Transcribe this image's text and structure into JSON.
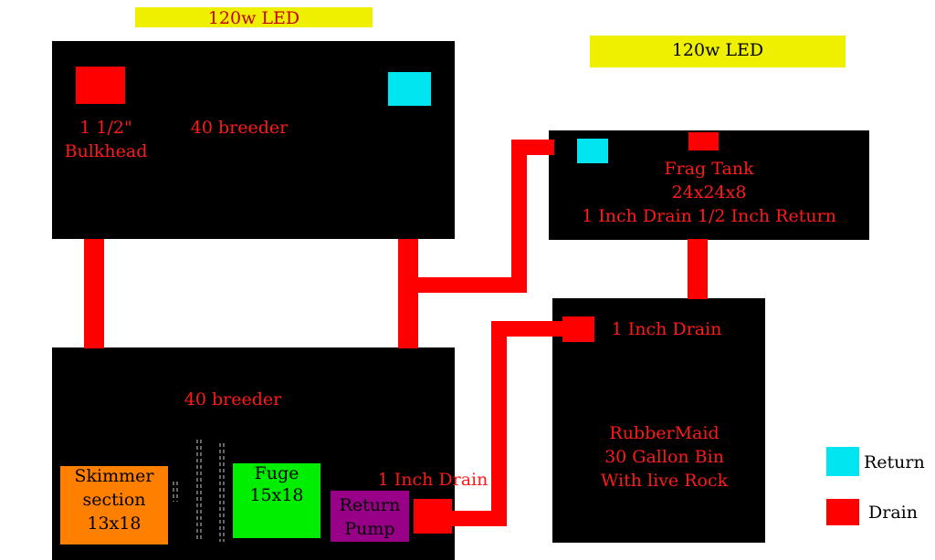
{
  "top_tank": {
    "led_label": "120w LED",
    "bulkhead_label_line1": "1 1/2\"",
    "bulkhead_label_line2": "Bulkhead",
    "tank_label": "40 breeder"
  },
  "frag_tank": {
    "led_label": "120w LED",
    "line1": "Frag Tank",
    "line2": "24x24x8",
    "line3": "1 Inch Drain 1/2 Inch Return"
  },
  "sump": {
    "tank_label": "40 breeder",
    "skimmer_line1": "Skimmer",
    "skimmer_line2": "section",
    "skimmer_line3": "13x18",
    "fuge_line1": "Fuge",
    "fuge_line2": "15x18",
    "pump_line1": "Return",
    "pump_line2": "Pump",
    "drain_label": "1 Inch Drain"
  },
  "rubbermaid": {
    "drain_label": "1 Inch Drain",
    "line1": "RubberMaid",
    "line2": "30 Gallon Bin",
    "line3": "With live Rock"
  },
  "legend": {
    "return_label": "Return",
    "drain_label": "Drain"
  },
  "colors": {
    "tank": "#000000",
    "drain": "#ff0000",
    "return": "#00e5ef",
    "led": "#eef000",
    "skimmer": "#ff7f00",
    "fuge": "#00ee00",
    "pump": "#990088"
  }
}
